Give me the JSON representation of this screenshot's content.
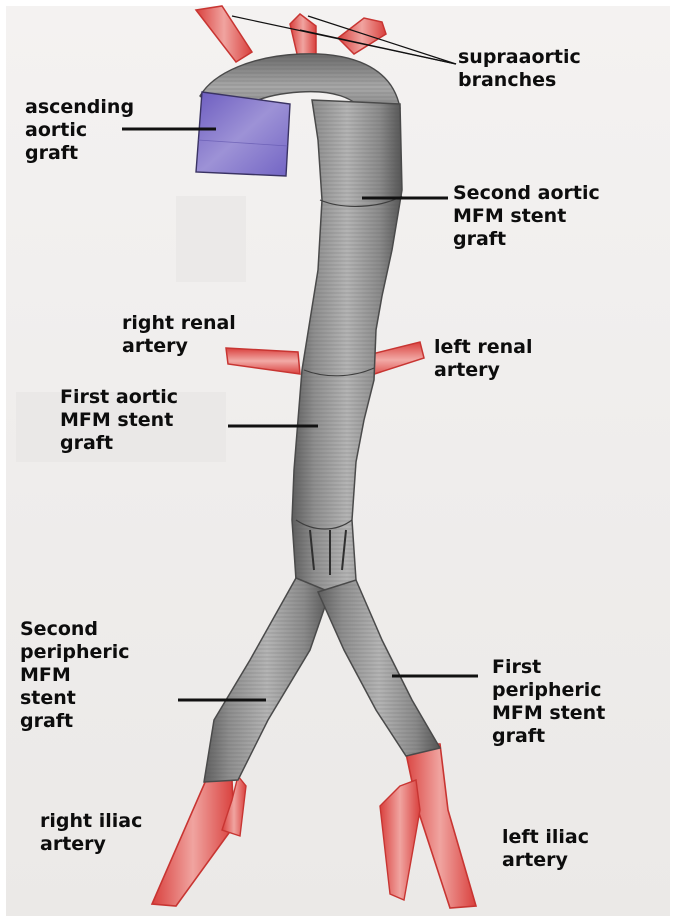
{
  "labels": {
    "supraaortic": [
      "supraaortic",
      "branches"
    ],
    "ascending_graft": [
      "ascending",
      "aortic",
      "graft"
    ],
    "second_aortic": [
      "Second aortic",
      "MFM stent",
      "graft"
    ],
    "right_renal": [
      "right renal",
      "artery"
    ],
    "left_renal": [
      "left renal",
      "artery"
    ],
    "first_aortic": [
      "First aortic",
      "MFM stent",
      "graft"
    ],
    "second_peripheric": [
      "Second",
      "peripheric",
      "MFM",
      "stent",
      "graft"
    ],
    "first_peripheric": [
      "First",
      "peripheric",
      "MFM stent",
      "graft"
    ],
    "right_iliac": [
      "right iliac",
      "artery"
    ],
    "left_iliac": [
      "left iliac",
      "artery"
    ]
  },
  "colors": {
    "aorta_gray": "#8c8c8c",
    "artery_red": "#e0706e",
    "ascending_graft_purple": "#7d6ec4",
    "paper": "#f1efee",
    "text": "#0d0d0d"
  }
}
